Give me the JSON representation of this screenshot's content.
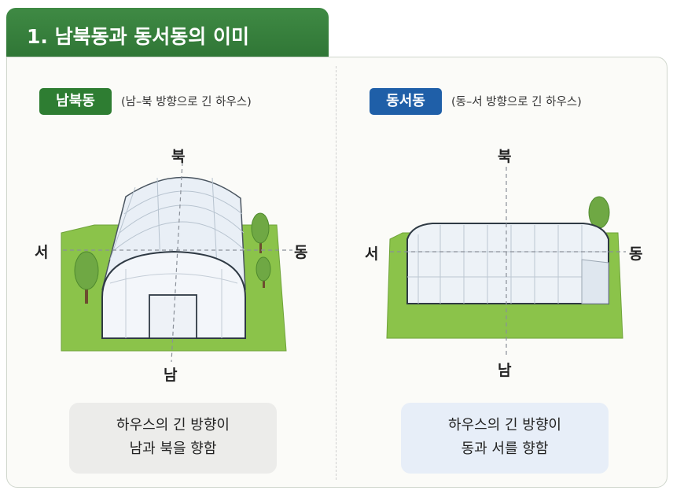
{
  "header": {
    "title": "1. 남북동과 동서동의 이미"
  },
  "left_panel": {
    "badge": "남북동",
    "subtitle": "(남–북 방향으로 긴 하우스)",
    "dir_n": "북",
    "dir_s": "남",
    "dir_w": "서",
    "dir_e": "동",
    "note_line1": "하우스의 긴 방향이",
    "note_line2": "남과 북을 향함"
  },
  "right_panel": {
    "badge": "동서동",
    "subtitle": "(동–서 방향으로 긴 하우스)",
    "dir_n": "북",
    "dir_s": "남",
    "dir_w": "서",
    "dir_e": "동",
    "note_line1": "하우스의 긴 방향이",
    "note_line2": "동과 서를 향함"
  },
  "colors": {
    "header_green": "#2f7535",
    "badge_green": "#2e7d32",
    "badge_blue": "#1f5fa8",
    "grass": "#8bc34a",
    "note_gray": "#ececea",
    "note_blue": "#e7eef8"
  }
}
